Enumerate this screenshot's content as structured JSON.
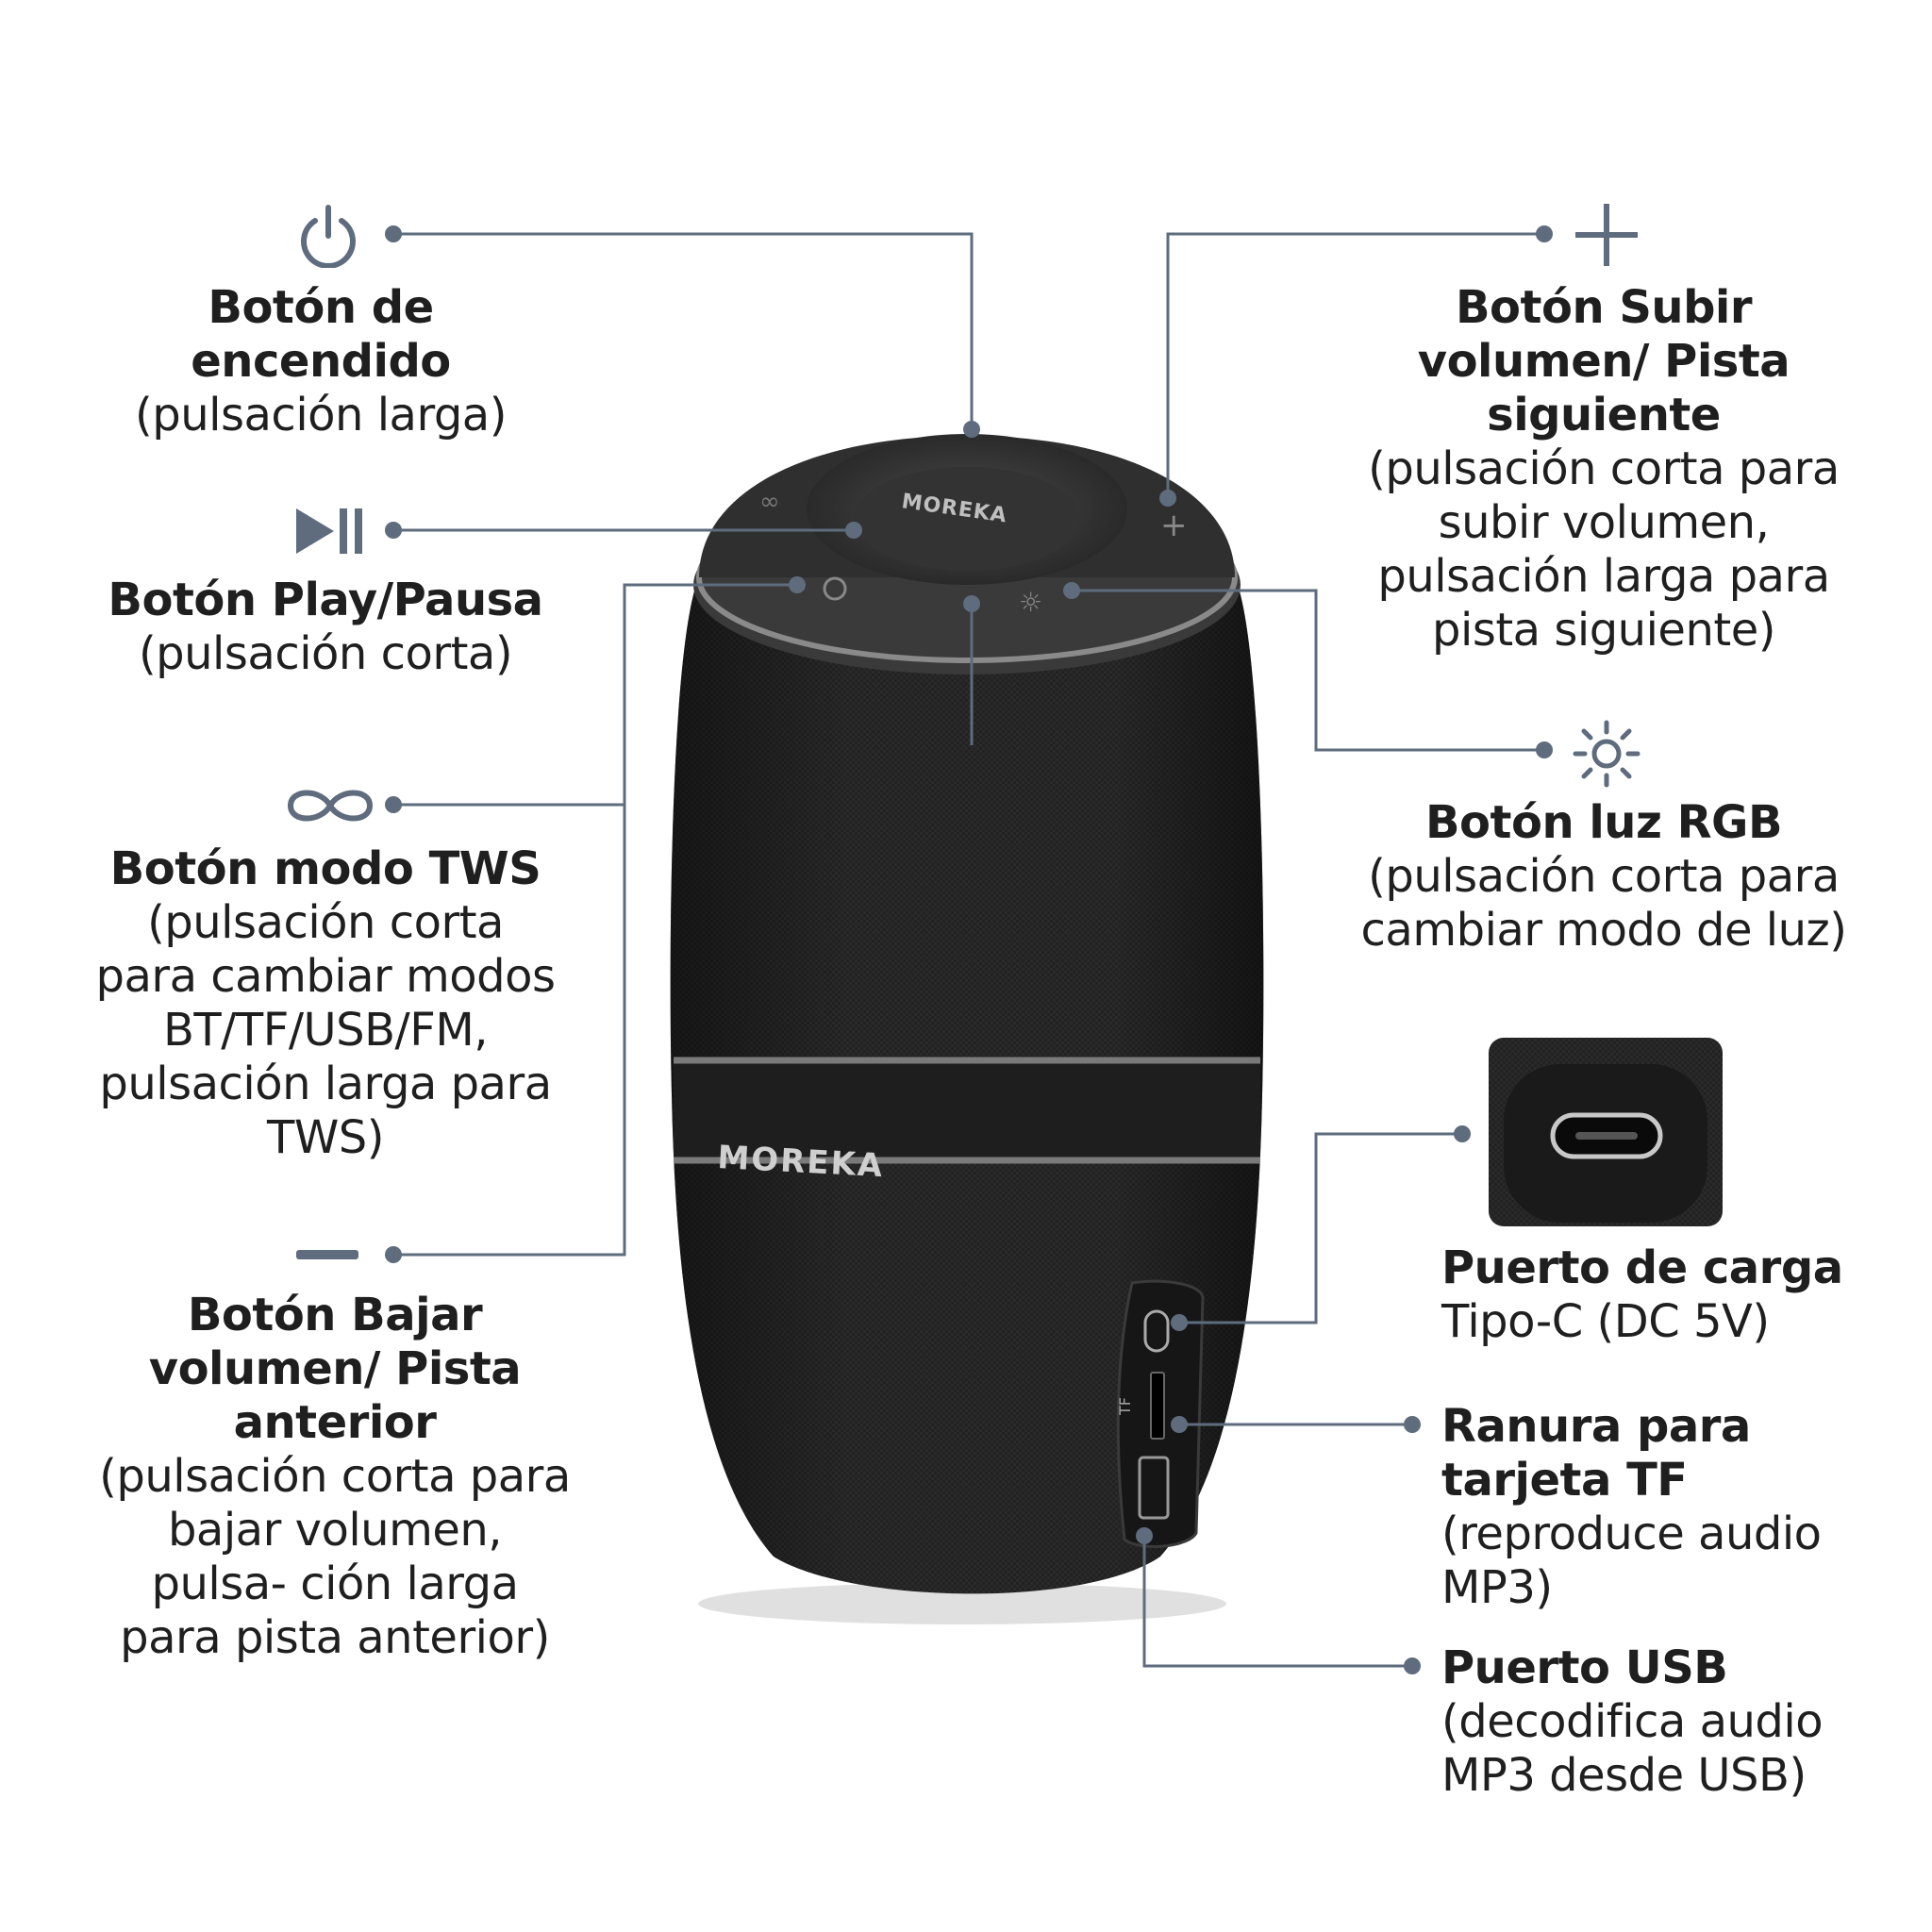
{
  "brand": "MOREKA",
  "callouts": {
    "power": {
      "icon": "power-icon",
      "title": "Botón de encendido",
      "desc": "(pulsación larga)"
    },
    "play_pause": {
      "icon": "play-pause-icon",
      "title": "Botón Play/Pausa",
      "desc": "(pulsación corta)"
    },
    "mode_tws": {
      "icon": "infinity-icon",
      "title": "Botón modo TWS",
      "desc": "(pulsación corta para cambiar modos BT/TF/USB/FM, pulsación larga para TWS)"
    },
    "volume_down": {
      "icon": "minus-icon",
      "title": "Botón Bajar volumen/ Pista anterior",
      "desc": "(pulsación corta para bajar volumen, pulsa- ción larga para pista anterior)"
    },
    "volume_up": {
      "icon": "plus-icon",
      "title": "Botón Subir volumen/ Pista siguiente",
      "desc": "(pulsación corta para subir volumen, pulsación larga para pista siguiente)"
    },
    "rgb_light": {
      "icon": "sun-icon",
      "title": "Botón luz RGB",
      "desc": "(pulsación corta para cambiar modo de luz)"
    },
    "usb_c": {
      "title": "Puerto de carga",
      "desc": "Tipo-C (DC 5V)"
    },
    "tf_slot": {
      "title": "Ranura para tarjeta TF",
      "desc": "(reproduce audio MP3)"
    },
    "usb_port": {
      "title": "Puerto USB",
      "desc": "(decodifica audio MP3 desde USB)"
    }
  },
  "port_labels": {
    "tf": "TF"
  },
  "colors": {
    "accent": "#5e6c7d",
    "text": "#1f1f1f",
    "speaker_body": "#242424",
    "speaker_band": "#6f6f6f"
  }
}
